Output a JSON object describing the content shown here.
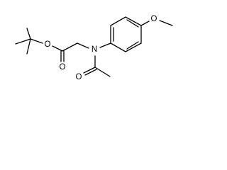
{
  "molecule": {
    "atoms": {
      "ester_oxygen": "O",
      "carbonyl_oxygen_ester": "O",
      "nitrogen": "N",
      "carbonyl_oxygen_amide": "O",
      "methoxy_oxygen": "O"
    }
  }
}
